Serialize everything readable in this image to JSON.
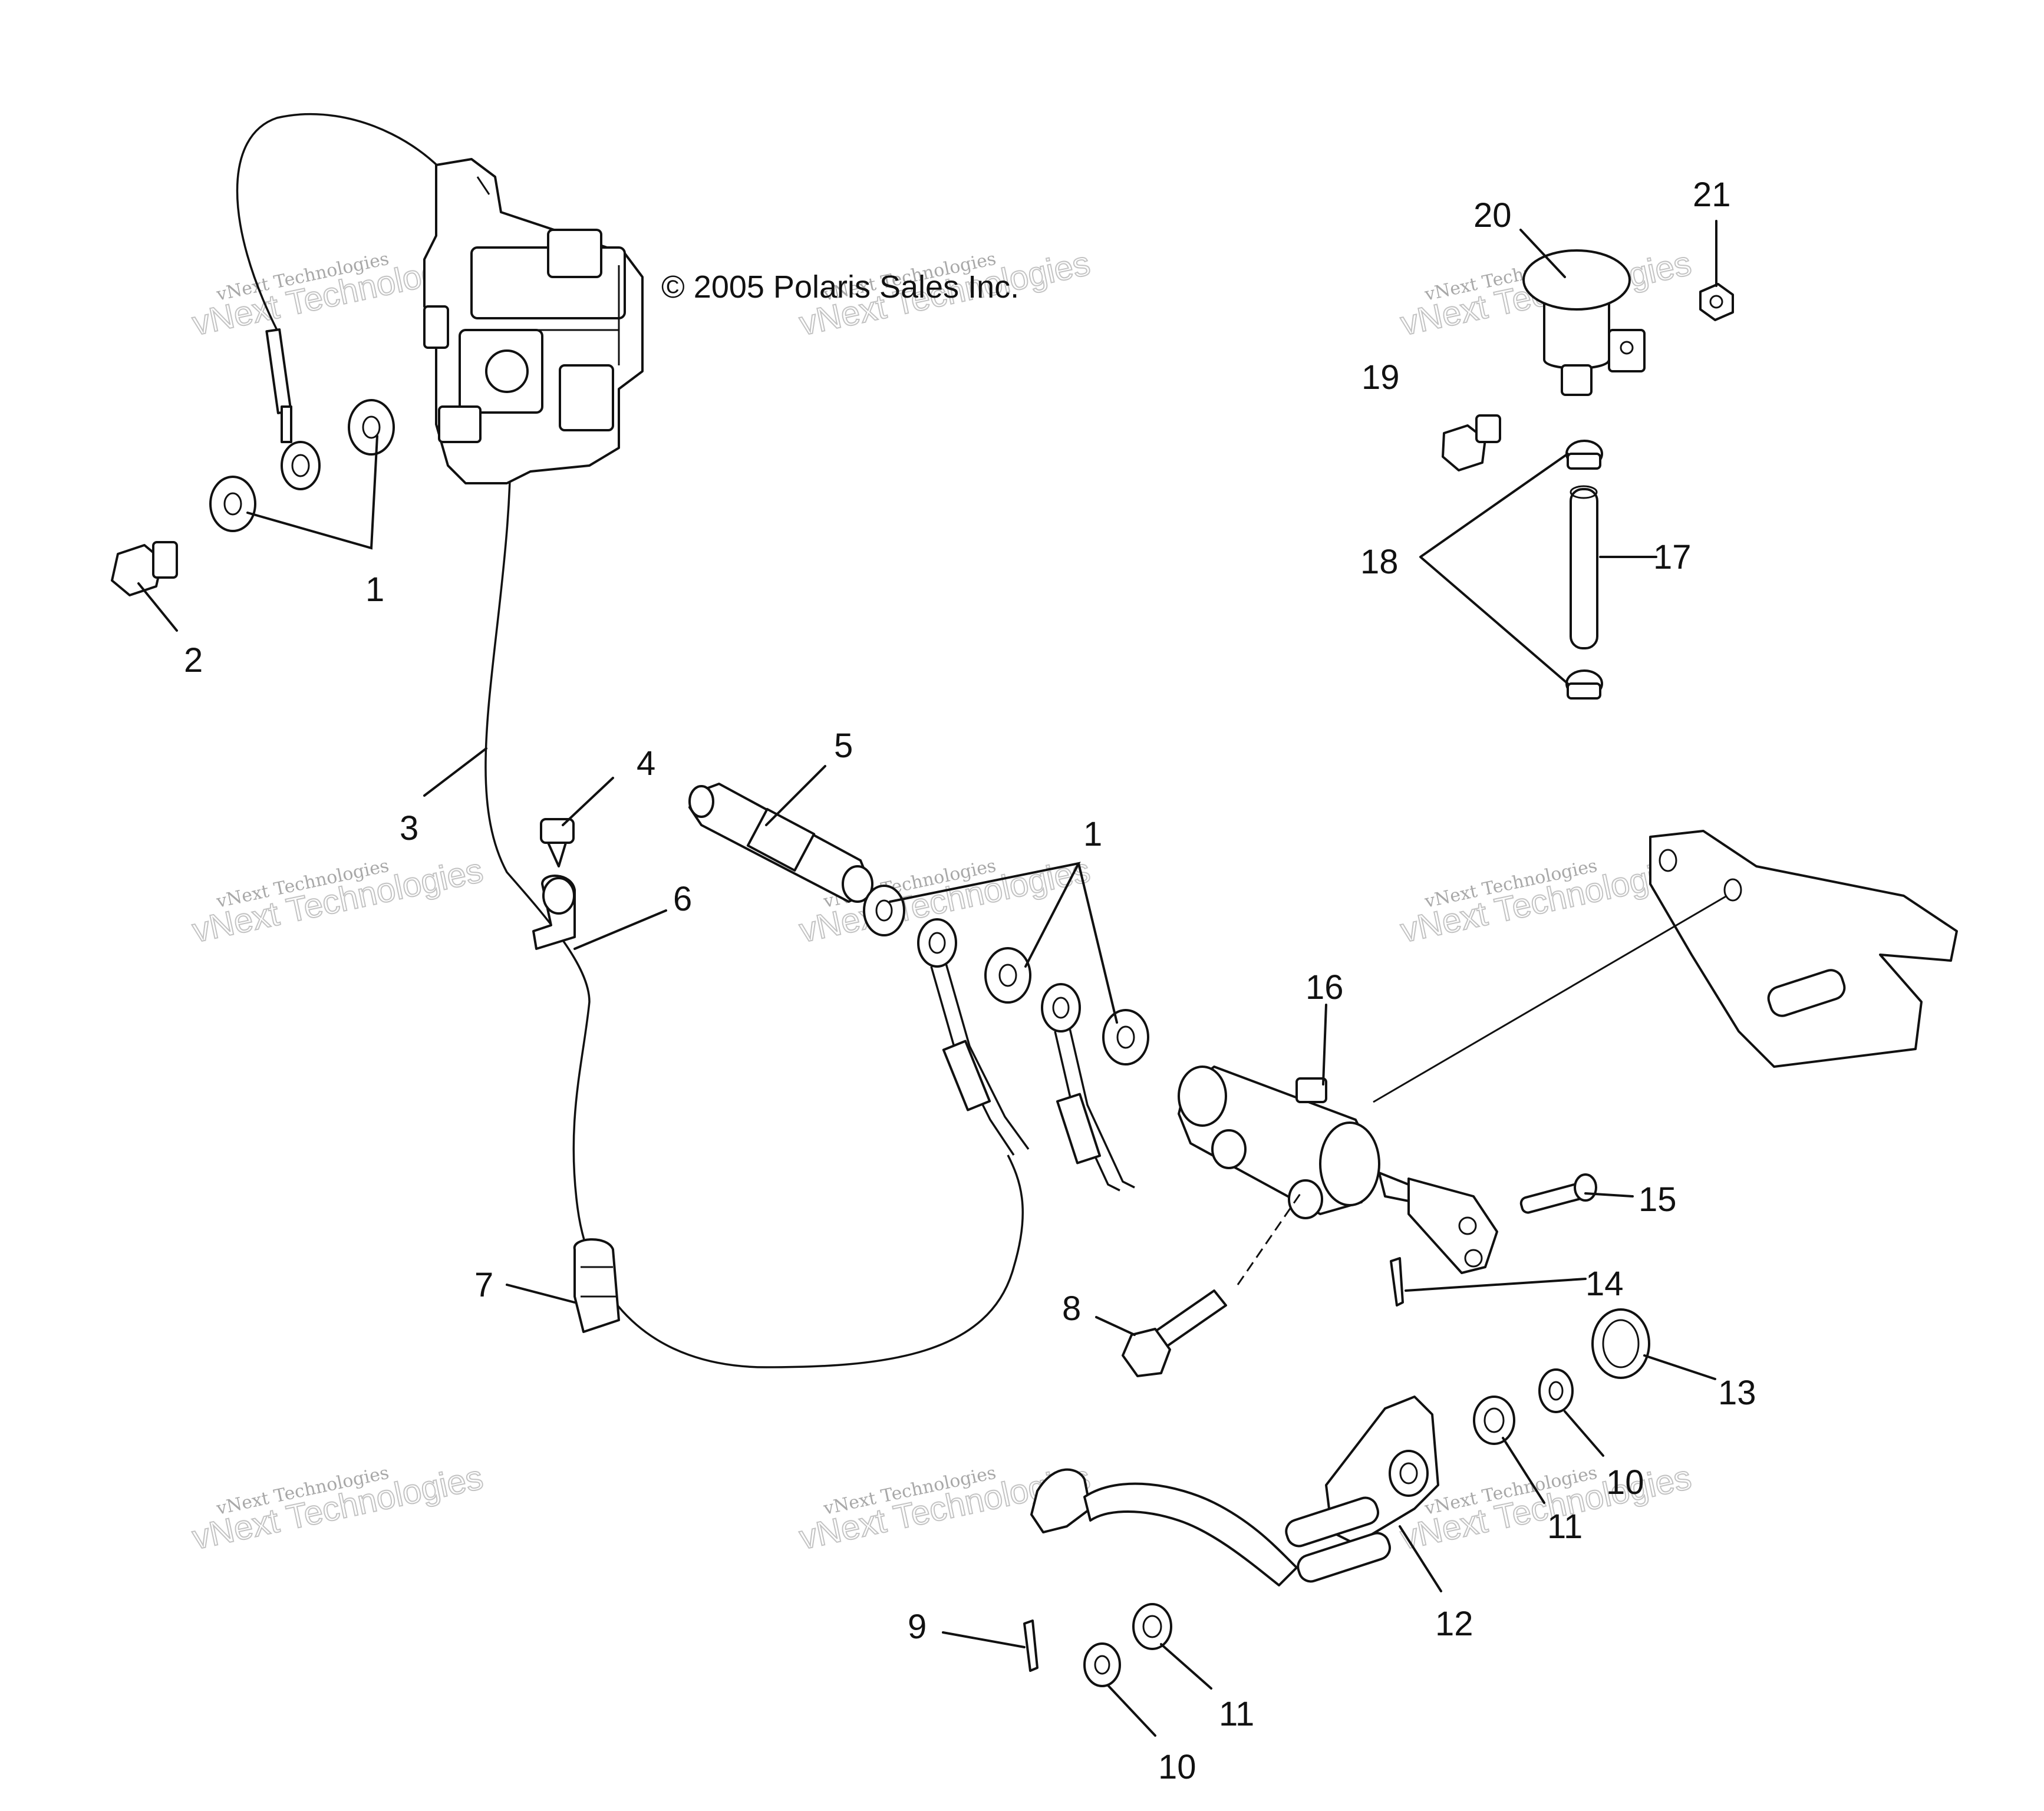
{
  "copyright": "© 2005 Polaris Sales Inc.",
  "watermark": {
    "line1": "vNext Technologies",
    "line2": "vNext Technologies"
  },
  "callouts": [
    {
      "id": "c1a",
      "label": "1"
    },
    {
      "id": "c2",
      "label": "2"
    },
    {
      "id": "c3",
      "label": "3"
    },
    {
      "id": "c4",
      "label": "4"
    },
    {
      "id": "c5",
      "label": "5"
    },
    {
      "id": "c1b",
      "label": "1"
    },
    {
      "id": "c6",
      "label": "6"
    },
    {
      "id": "c7",
      "label": "7"
    },
    {
      "id": "c8",
      "label": "8"
    },
    {
      "id": "c9",
      "label": "9"
    },
    {
      "id": "c10a",
      "label": "10"
    },
    {
      "id": "c11a",
      "label": "11"
    },
    {
      "id": "c10b",
      "label": "10"
    },
    {
      "id": "c11b",
      "label": "11"
    },
    {
      "id": "c12",
      "label": "12"
    },
    {
      "id": "c13",
      "label": "13"
    },
    {
      "id": "c14",
      "label": "14"
    },
    {
      "id": "c15",
      "label": "15"
    },
    {
      "id": "c16",
      "label": "16"
    },
    {
      "id": "c17",
      "label": "17"
    },
    {
      "id": "c18",
      "label": "18"
    },
    {
      "id": "c19",
      "label": "19"
    },
    {
      "id": "c20",
      "label": "20"
    },
    {
      "id": "c21",
      "label": "21"
    }
  ]
}
